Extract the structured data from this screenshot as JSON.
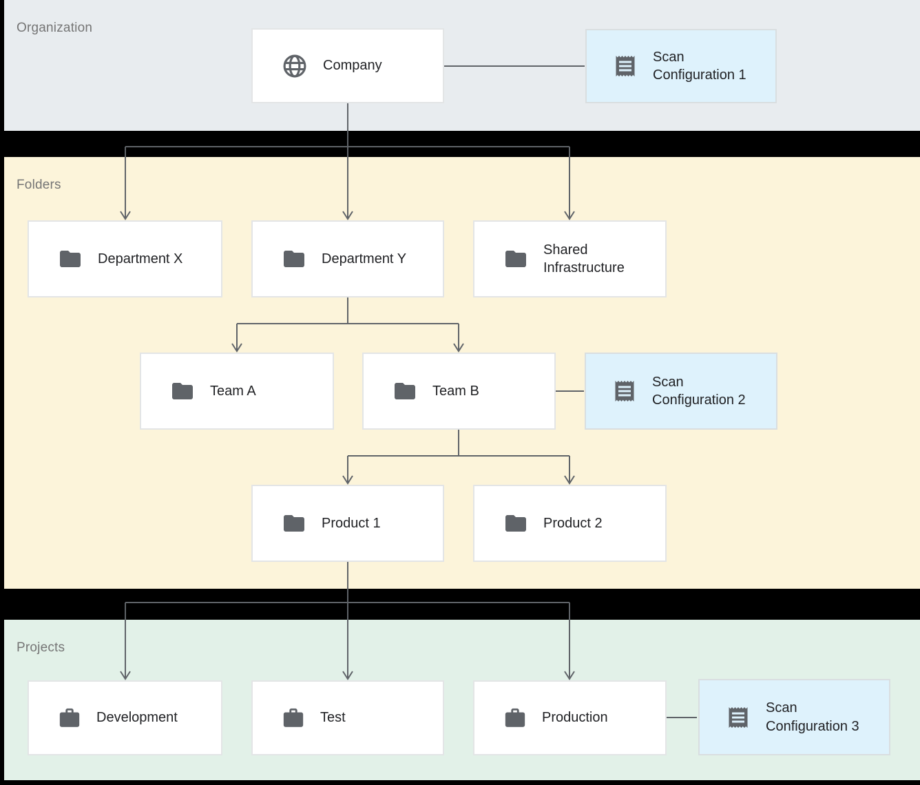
{
  "bands": {
    "organization": {
      "label": "Organization"
    },
    "folders": {
      "label": "Folders"
    },
    "projects": {
      "label": "Projects"
    }
  },
  "nodes": {
    "company": {
      "label": "Company",
      "icon": "globe-icon"
    },
    "scan_config_1": {
      "label": "Scan Configuration 1",
      "icon": "receipt-icon"
    },
    "department_x": {
      "label": "Department X",
      "icon": "folder-icon"
    },
    "department_y": {
      "label": "Department Y",
      "icon": "folder-icon"
    },
    "shared_infrastructure": {
      "label": "Shared Infrastructure",
      "icon": "folder-icon"
    },
    "team_a": {
      "label": "Team A",
      "icon": "folder-icon"
    },
    "team_b": {
      "label": "Team B",
      "icon": "folder-icon"
    },
    "scan_config_2": {
      "label": "Scan Configuration 2",
      "icon": "receipt-icon"
    },
    "product_1": {
      "label": "Product 1",
      "icon": "folder-icon"
    },
    "product_2": {
      "label": "Product 2",
      "icon": "folder-icon"
    },
    "development": {
      "label": "Development",
      "icon": "briefcase-icon"
    },
    "test": {
      "label": "Test",
      "icon": "briefcase-icon"
    },
    "production": {
      "label": "Production",
      "icon": "briefcase-icon"
    },
    "scan_config_3": {
      "label": "Scan Configuration 3",
      "icon": "receipt-icon"
    }
  },
  "colors": {
    "organization_band": "#e8ecef",
    "folders_band": "#fcf4da",
    "projects_band": "#e2f1e8",
    "scan_box_fill": "#def2fc",
    "node_box_fill": "#ffffff",
    "node_border": "#e3e5e6",
    "connector": "#5f6368",
    "icon": "#5f6368",
    "node_label_text": "#202124",
    "band_label_text": "#757575",
    "background": "#000000"
  }
}
